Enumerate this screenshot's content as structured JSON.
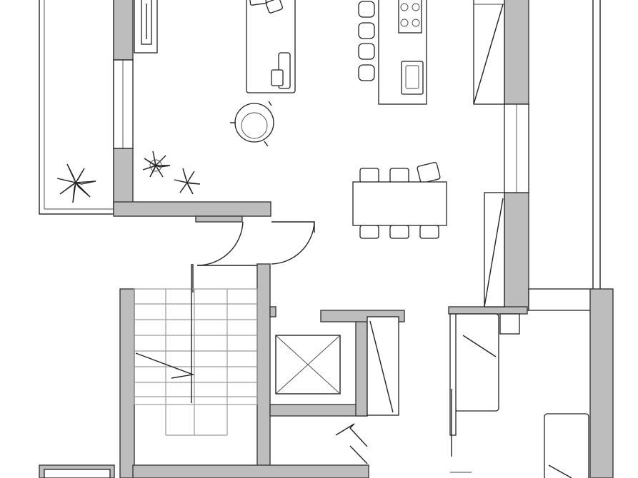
{
  "plan": {
    "rooms": [
      {
        "id": "living-kitchen",
        "label": ""
      },
      {
        "id": "balcony",
        "label": ""
      },
      {
        "id": "stairwell",
        "label": ""
      },
      {
        "id": "elevator",
        "label": ""
      },
      {
        "id": "bedroom",
        "label": ""
      }
    ]
  }
}
